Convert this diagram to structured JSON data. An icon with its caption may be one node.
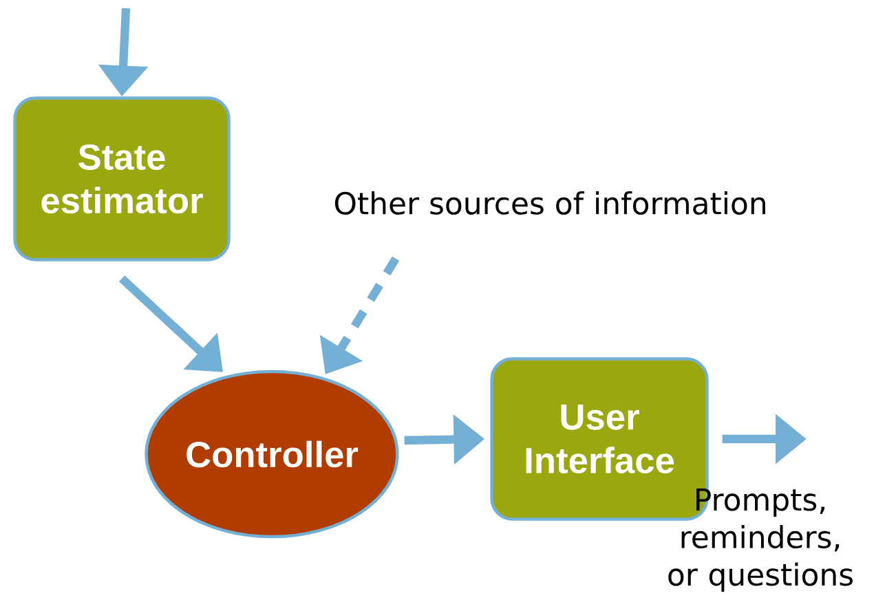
{
  "diagram": {
    "nodes": [
      {
        "text": [
          "State estimator"
        ]
      },
      {
        "text": [
          "Other sources of information"
        ]
      },
      {
        "text": [
          "Controller"
        ]
      },
      {
        "text": [
          "User Interface"
        ]
      }
    ],
    "edges": [
      {
        "from": null,
        "to": 0,
        "arrow": "to"
      },
      {
        "from": 0,
        "to": 2,
        "arrow": "to"
      },
      {
        "from": 1,
        "to": 2,
        "arrow": "to",
        "style": "dashed"
      },
      {
        "from": 2,
        "to": 3,
        "arrow": "to"
      },
      {
        "from": 3,
        "to": null,
        "arrow": "to"
      }
    ],
    "labels": [
      "Prompts, reminders, or questions"
    ]
  }
}
